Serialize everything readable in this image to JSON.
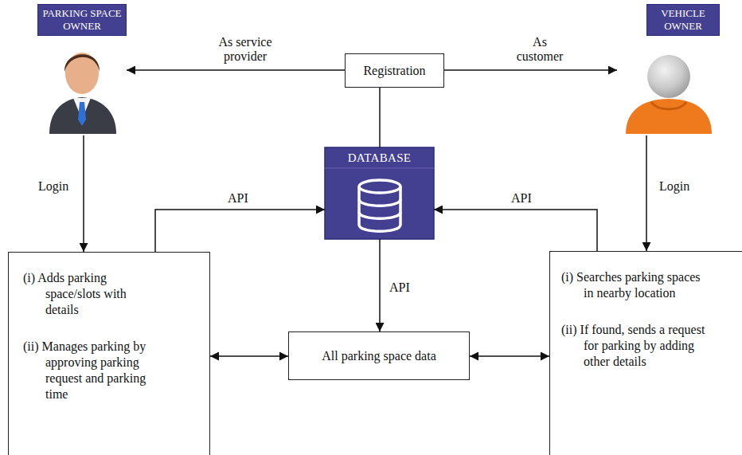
{
  "diagram": {
    "nodes": [
      {
        "text": [
          "PARKING SPACE OWNER"
        ]
      },
      {
        "text": [
          "VEHICLE OWNER"
        ]
      },
      {
        "text": [
          "Registration"
        ]
      },
      {
        "text": [
          "DATABASE"
        ]
      },
      {
        "text": [
          "(i) Adds parking space/slots with details",
          "(ii) Manages parking by approving parking request and parking time"
        ]
      },
      {
        "text": [
          "All parking space data"
        ]
      },
      {
        "text": [
          "(i) Searches parking spaces in nearby location",
          "(ii) If found, sends a request for parking by adding other details"
        ]
      }
    ],
    "edges": [
      {
        "from": 2,
        "to": 0,
        "label": "As service provider",
        "arrow": "to"
      },
      {
        "from": 2,
        "to": 1,
        "label": "As customer",
        "arrow": "to"
      },
      {
        "from": 2,
        "to": 3,
        "arrow": "none"
      },
      {
        "from": 0,
        "to": 4,
        "label": "Login",
        "arrow": "to"
      },
      {
        "from": 1,
        "to": 6,
        "label": "Login",
        "arrow": "to"
      },
      {
        "from": 4,
        "to": 3,
        "label": "API",
        "arrow": "to"
      },
      {
        "from": 6,
        "to": 3,
        "label": "API",
        "arrow": "to"
      },
      {
        "from": 3,
        "to": 5,
        "label": "API",
        "arrow": "to"
      },
      {
        "from": 4,
        "to": 5,
        "arrow": "both"
      },
      {
        "from": 6,
        "to": 5,
        "arrow": "both"
      }
    ]
  }
}
